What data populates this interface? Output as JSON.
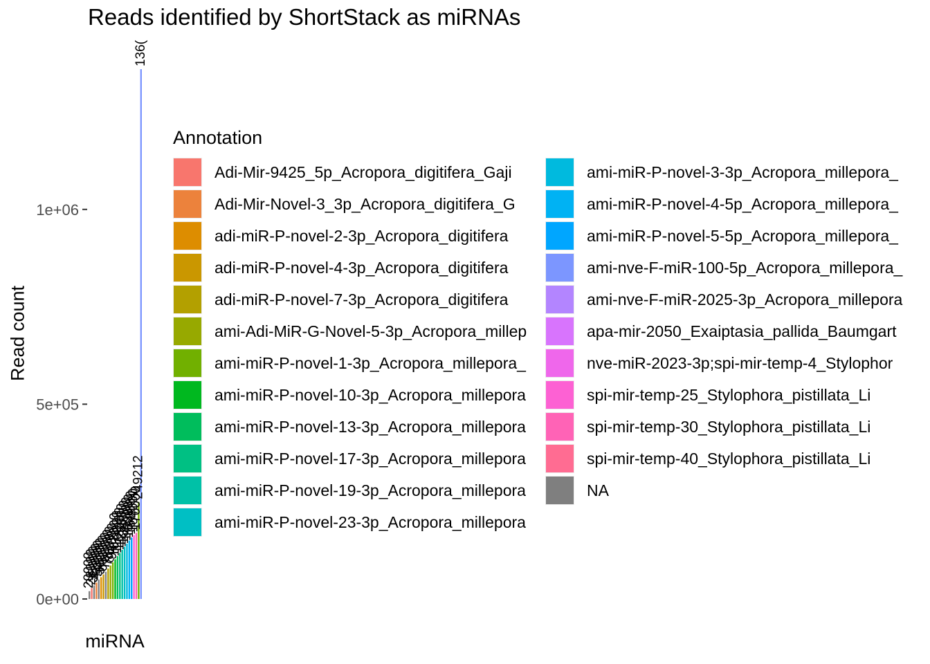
{
  "chart_data": {
    "type": "bar",
    "title": "Reads identified by ShortStack as miRNAs",
    "xlabel": "miRNA",
    "ylabel": "Read count",
    "ylim": [
      0,
      1360000
    ],
    "y_ticks": [
      {
        "value": 0,
        "label": "0e+00"
      },
      {
        "value": 500000,
        "label": "5e+05"
      },
      {
        "value": 1000000,
        "label": "1e+06"
      }
    ],
    "grid": false,
    "legend": {
      "title": "Annotation",
      "placement": "right",
      "entries": [
        {
          "label": "Adi-Mir-9425_5p_Acropora_digitifera_Gaji",
          "color": "#F8766D"
        },
        {
          "label": "Adi-Mir-Novel-3_3p_Acropora_digitifera_G",
          "color": "#EC823C"
        },
        {
          "label": "adi-miR-P-novel-2-3p_Acropora_digitifera",
          "color": "#DD8D00"
        },
        {
          "label": "adi-miR-P-novel-4-3p_Acropora_digitifera",
          "color": "#CA9700"
        },
        {
          "label": "adi-miR-P-novel-7-3p_Acropora_digitifera",
          "color": "#B3A000"
        },
        {
          "label": "ami-Adi-MiR-G-Novel-5-3p_Acropora_millep",
          "color": "#97A900"
        },
        {
          "label": "ami-miR-P-novel-1-3p_Acropora_millepora_",
          "color": "#71B000"
        },
        {
          "label": "ami-miR-P-novel-10-3p_Acropora_millepora",
          "color": "#00B81F"
        },
        {
          "label": "ami-miR-P-novel-13-3p_Acropora_millepora",
          "color": "#00BD5C"
        },
        {
          "label": "ami-miR-P-novel-17-3p_Acropora_millepora",
          "color": "#00C083"
        },
        {
          "label": "ami-miR-P-novel-19-3p_Acropora_millepora",
          "color": "#00C1A7"
        },
        {
          "label": "ami-miR-P-novel-23-3p_Acropora_millepora",
          "color": "#00BFC4"
        },
        {
          "label": "ami-miR-P-novel-3-3p_Acropora_millepora_",
          "color": "#00BADE"
        },
        {
          "label": "ami-miR-P-novel-4-5p_Acropora_millepora_",
          "color": "#00B2F3"
        },
        {
          "label": "ami-miR-P-novel-5-5p_Acropora_millepora_",
          "color": "#00A6FF"
        },
        {
          "label": "ami-nve-F-miR-100-5p_Acropora_millepora_",
          "color": "#7C96FF"
        },
        {
          "label": "ami-nve-F-miR-2025-3p_Acropora_millepora",
          "color": "#B385FF"
        },
        {
          "label": "apa-mir-2050_Exaiptasia_pallida_Baumgart",
          "color": "#D874FD"
        },
        {
          "label": "nve-miR-2023-3p;spi-mir-temp-4_Stylophor",
          "color": "#EF67EB"
        },
        {
          "label": "spi-mir-temp-25_Stylophora_pistillata_Li",
          "color": "#FD61D3"
        },
        {
          "label": "spi-mir-temp-30_Stylophora_pistillata_Li",
          "color": "#FF63B6"
        },
        {
          "label": "spi-mir-temp-40_Stylophora_pistillata_Li",
          "color": "#FF6C92"
        },
        {
          "label": "NA",
          "color": "#7F7F7F"
        }
      ]
    },
    "bars": [
      {
        "value": 20000,
        "label": "20000",
        "color": "#7F7F7F"
      },
      {
        "value": 28000,
        "label": "28000",
        "color": "#F8766D"
      },
      {
        "value": 35000,
        "label": "35000",
        "color": "#7F7F7F"
      },
      {
        "value": 42000,
        "label": "42000",
        "color": "#EC823C"
      },
      {
        "value": 50000,
        "label": "50000",
        "color": "#7F7F7F"
      },
      {
        "value": 56000,
        "label": "56000",
        "color": "#DD8D00"
      },
      {
        "value": 63000,
        "label": "63000",
        "color": "#CA9700"
      },
      {
        "value": 70000,
        "label": "70000",
        "color": "#7F7F7F"
      },
      {
        "value": 78000,
        "label": "78000",
        "color": "#B3A000"
      },
      {
        "value": 86000,
        "label": "86000",
        "color": "#97A900"
      },
      {
        "value": 94000,
        "label": "94000",
        "color": "#71B000"
      },
      {
        "value": 102000,
        "label": "102000",
        "color": "#00B81F"
      },
      {
        "value": 110000,
        "label": "110000",
        "color": "#00BD5C"
      },
      {
        "value": 118000,
        "label": "118000",
        "color": "#00C083"
      },
      {
        "value": 126000,
        "label": "126000",
        "color": "#00C1A7"
      },
      {
        "value": 134000,
        "label": "134000",
        "color": "#00BFC4"
      },
      {
        "value": 142000,
        "label": "142000",
        "color": "#00BADE"
      },
      {
        "value": 150000,
        "label": "150000",
        "color": "#00B2F3"
      },
      {
        "value": 158000,
        "label": "158000",
        "color": "#00A6FF"
      },
      {
        "value": 164000,
        "label": "164000",
        "color": "#FD61D3"
      },
      {
        "value": 170000,
        "label": "170000",
        "color": "#FF63B6"
      },
      {
        "value": 249212,
        "label": "249212",
        "color": "#71B000"
      },
      {
        "value": 1360000,
        "label": "136(",
        "color": "#7C96FF"
      }
    ]
  }
}
